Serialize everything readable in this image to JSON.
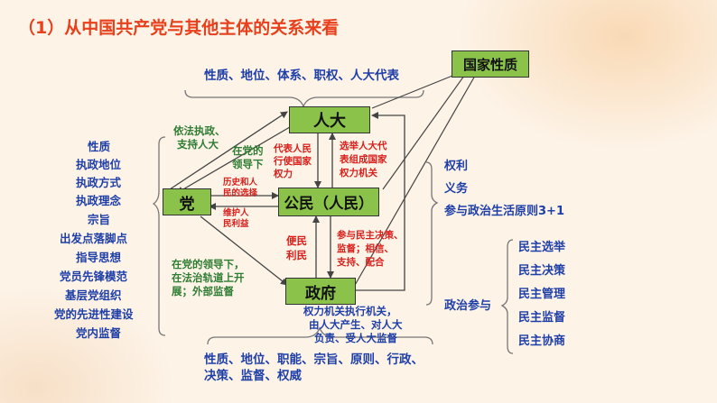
{
  "title": "（1）从中国共产党与其他主体的关系来看",
  "nodes": {
    "renda": "人大",
    "dang": "党",
    "gongmin": "公民（人民）",
    "zhengfu": "政府",
    "guojia": "国家性质"
  },
  "labels": {
    "renda_top": "性质、地位、体系、职权、人大代表",
    "zhengfu_bottom_1": "性质、地位、职能、宗旨、原则、行政、",
    "zhengfu_bottom_2": "决策、监督、权威",
    "dang_renda_1": "依法执政、",
    "dang_renda_2": "支持人大",
    "renda_dang_1": "在党的",
    "renda_dang_2": "领导下",
    "renda_gm_1": "代表人民",
    "renda_gm_2": "行使国家",
    "renda_gm_3": "权力",
    "gm_renda_1": "选举人大代",
    "gm_renda_2": "表组成国家",
    "gm_renda_3": "权力机关",
    "dang_gm_1": "历史和人",
    "dang_gm_2": "民的选择",
    "gm_dang_1": "维护人",
    "gm_dang_2": "民利益",
    "zf_gm_1": "便民",
    "zf_gm_2": "利民",
    "gm_zf_1": "参与民主决策、",
    "gm_zf_2": "监督；相信、",
    "gm_zf_3": "支持、配合",
    "dang_zf_1": "在党的领导下，",
    "dang_zf_2": "在法治轨道上开",
    "dang_zf_3": "展；外部监督",
    "zf_renda_1": "权力机关执行机关，",
    "zf_renda_2": "由人大产生、对人大",
    "zf_renda_3": "负责、受人大监督"
  },
  "party_list": [
    "性质",
    "执政地位",
    "执政方式",
    "执政理念",
    "宗旨",
    "出发点落脚点",
    "指导思想",
    "党员先锋模范",
    "基层党组织",
    "党的先进性建设",
    "党内监督"
  ],
  "citizen_list": [
    "权利",
    "义务",
    "参与政治生活原则3+1"
  ],
  "participation_label": "政治参与",
  "participation_list": [
    "民主选举",
    "民主决策",
    "民主管理",
    "民主监督",
    "民主协商"
  ],
  "colors": {
    "node_fill": "#8bc34a",
    "blue_text": "#1f3fa8",
    "green_text": "#2e7d32",
    "red_text": "#d9201c",
    "title": "#e8401c",
    "frame": "#7a7a7a"
  }
}
